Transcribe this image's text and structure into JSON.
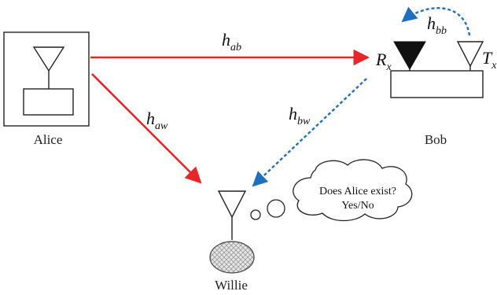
{
  "nodes": {
    "alice": "Alice",
    "bob": "Bob",
    "willie": "Willie"
  },
  "antennas": {
    "bob_rx": {
      "base": "R",
      "sub": "x"
    },
    "bob_tx": {
      "base": "T",
      "sub": "x"
    }
  },
  "channels": {
    "h_ab": {
      "base": "h",
      "sub": "ab"
    },
    "h_aw": {
      "base": "h",
      "sub": "aw"
    },
    "h_bw": {
      "base": "h",
      "sub": "bw"
    },
    "h_bb": {
      "base": "h",
      "sub": "bb"
    }
  },
  "thought_bubble": {
    "line1": "Does Alice exist?",
    "line2": "Yes/No"
  },
  "colors": {
    "signal_arrow": "#e8262a",
    "dashed_arrow": "#1f6fbf",
    "outline": "#222222",
    "black_fill": "#111111"
  },
  "icons": [
    "antenna-icon",
    "filled-antenna-icon",
    "hatched-ellipse-icon",
    "thought-bubble-icon"
  ]
}
